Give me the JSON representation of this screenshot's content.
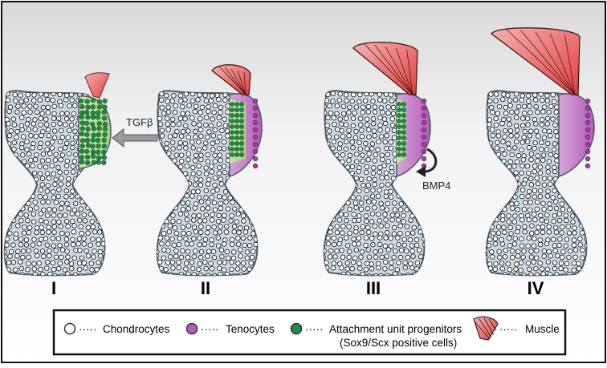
{
  "stages": [
    {
      "label": "I"
    },
    {
      "label": "II"
    },
    {
      "label": "III"
    },
    {
      "label": "IV"
    }
  ],
  "signals": {
    "tgfb": "TGFβ",
    "bmp4": "BMP4"
  },
  "legend": {
    "chondrocytes": "Chondrocytes",
    "tenocytes": "Tenocytes",
    "progenitors_line1": "Attachment unit progenitors",
    "progenitors_line2": "(Sox9/Scx positive cells)",
    "muscle": "Muscle"
  },
  "colors": {
    "bone_fill": "#c9d9e6",
    "bone_stroke": "#4a5a68",
    "progenitor": "#1f8a4c",
    "tenocyte": "#a040a8",
    "muscle": "#e04a4a",
    "background_top": "#e4e4e4",
    "background_bottom": "#ffffff"
  }
}
